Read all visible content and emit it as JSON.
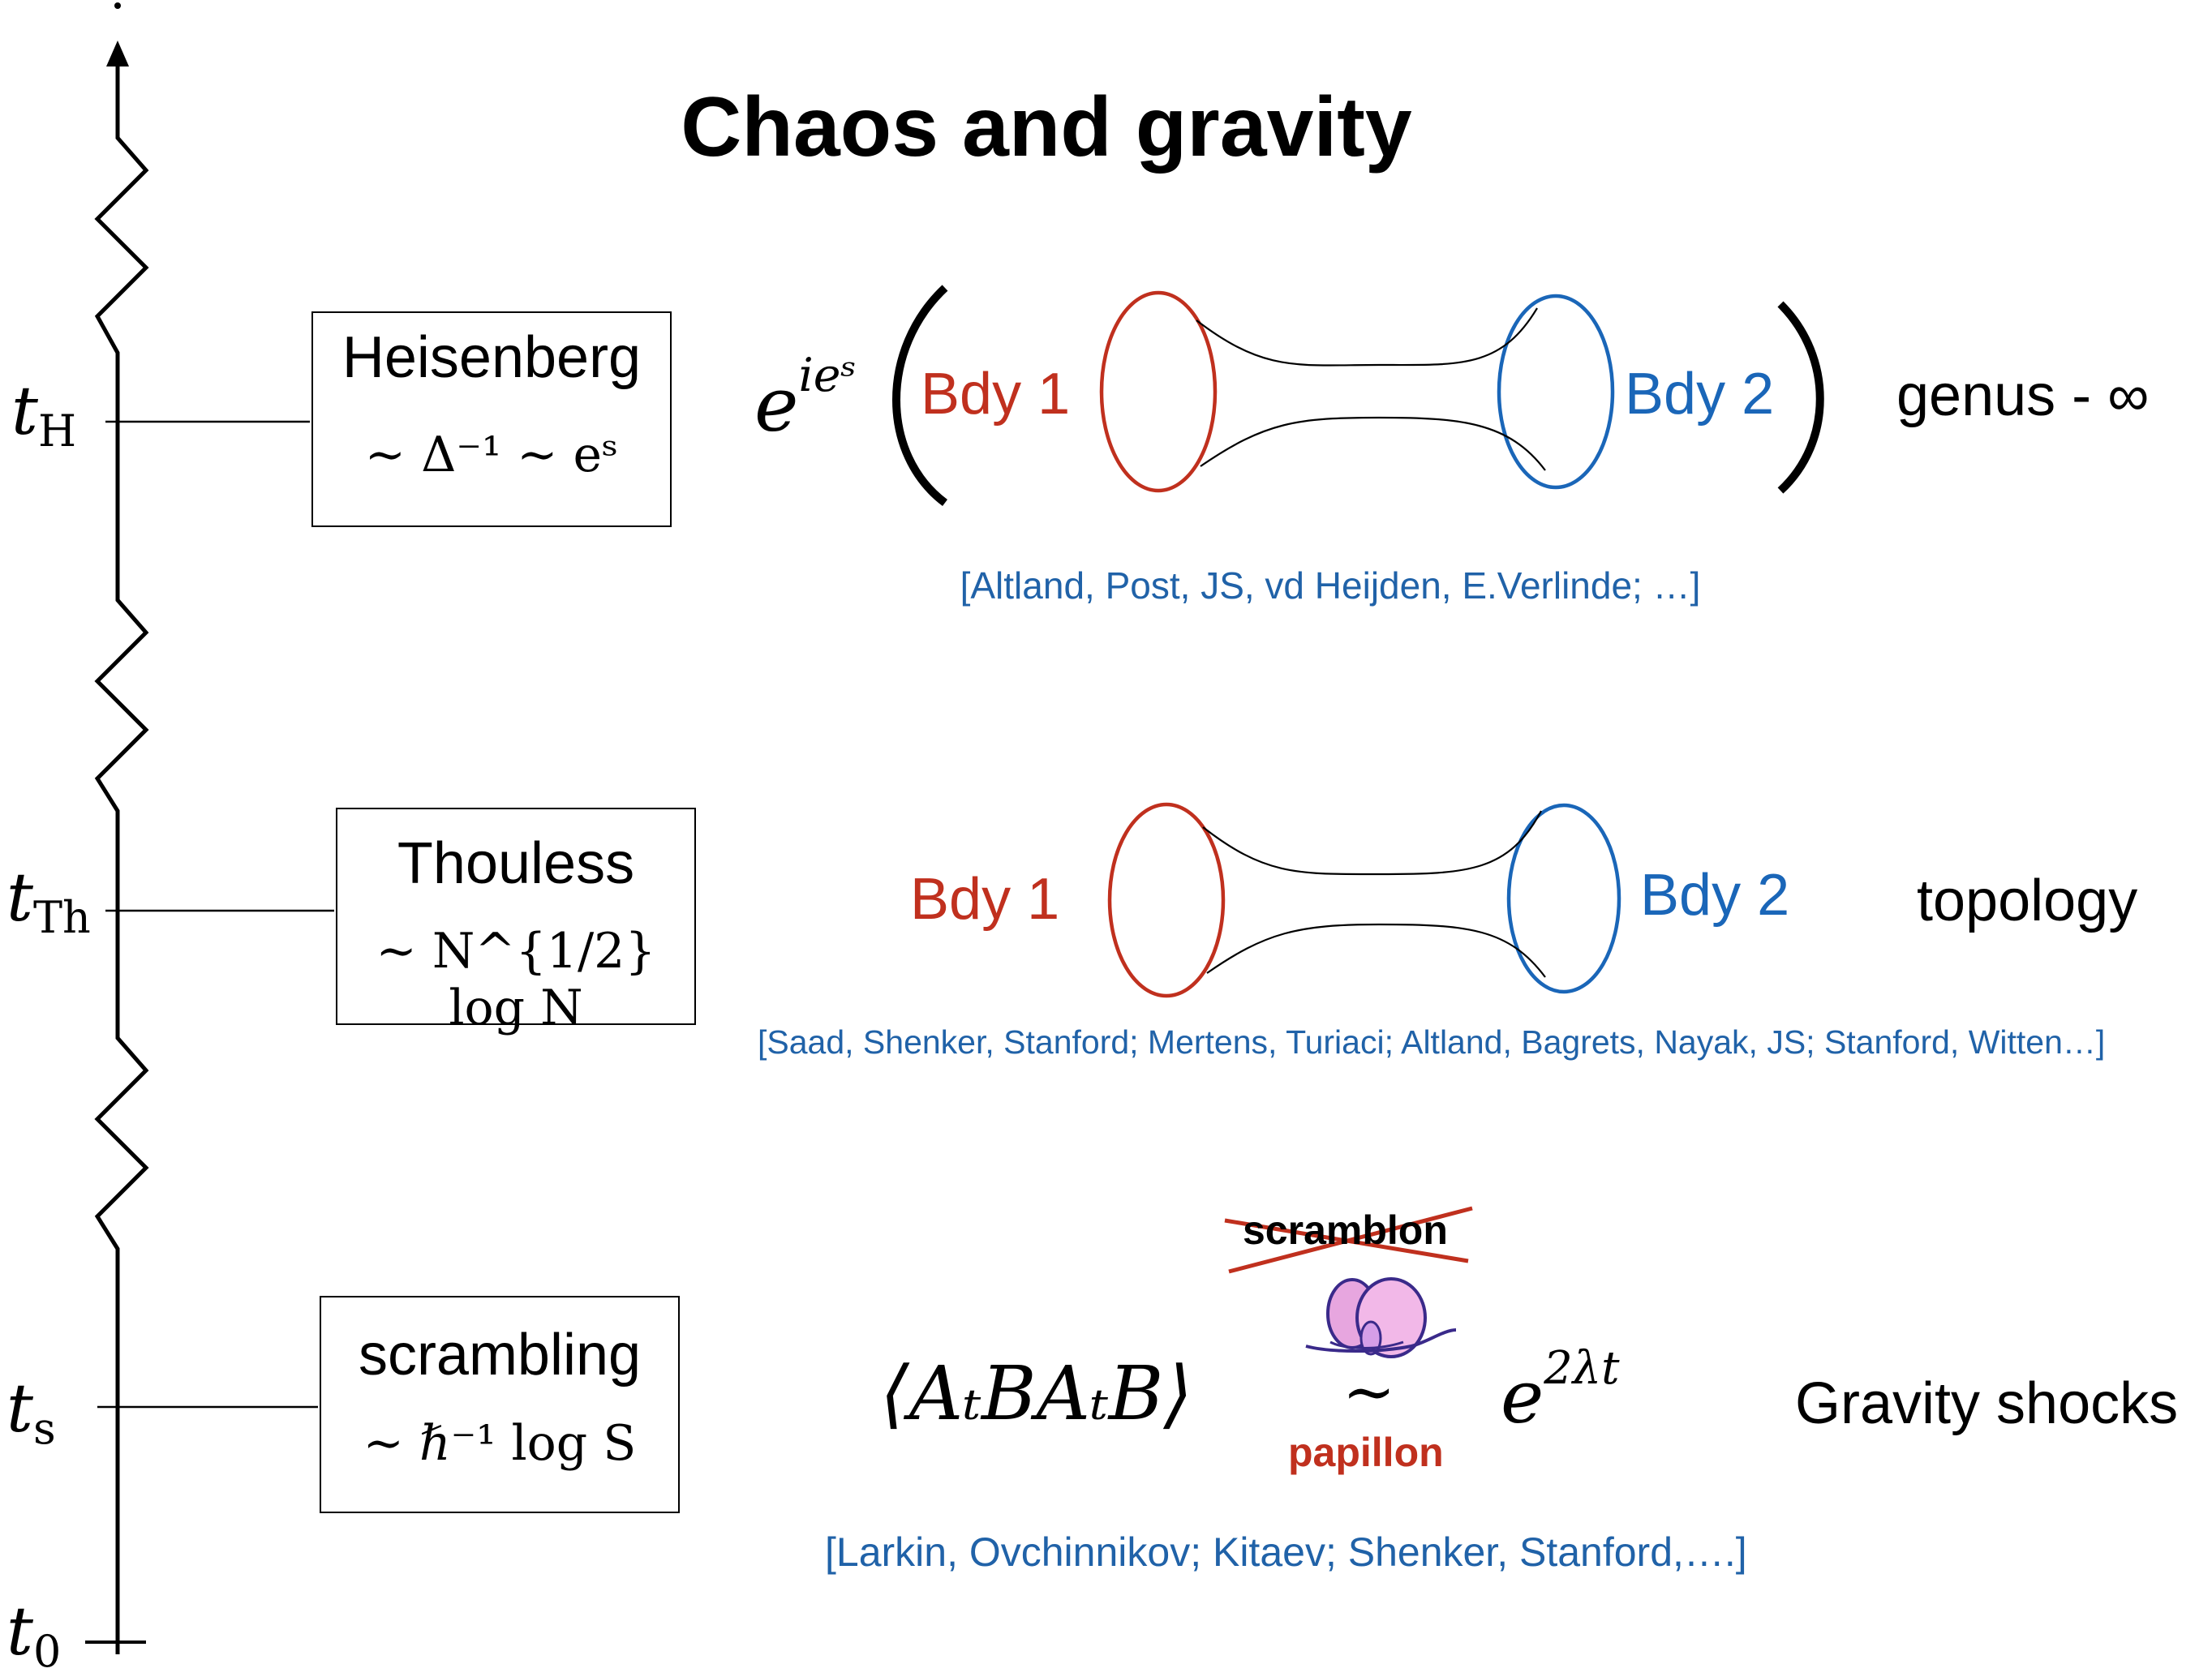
{
  "title": "Chaos and gravity",
  "timeline": {
    "t_H": {
      "base": "t",
      "sub": "H"
    },
    "t_Th": {
      "base": "t",
      "sub": "Th"
    },
    "t_s": {
      "base": "t",
      "sub": "s"
    },
    "t_0": {
      "base": "t",
      "sub": "0"
    }
  },
  "boxes": {
    "heisenberg": {
      "title": "Heisenberg",
      "formula": "∼ Δ⁻¹ ∼ eˢ"
    },
    "thouless": {
      "title": "Thouless",
      "formula": "∼ N^{1/2} log N"
    },
    "scrambling": {
      "title": "scrambling",
      "formula": "∼ ℏ⁻¹ log S"
    }
  },
  "rows": {
    "heisenberg": {
      "prefactor": {
        "base": "e",
        "exp": "ieˢ"
      },
      "bdy1": "Bdy 1",
      "bdy2": "Bdy 2",
      "right_label": "genus - ∞",
      "reference": "[Altland, Post, JS, vd Heijden, E.Verlinde; …]"
    },
    "thouless": {
      "bdy1": "Bdy 1",
      "bdy2": "Bdy 2",
      "right_label": "topology",
      "reference": "[Saad, Shenker, Stanford; Mertens, Turiaci; Altland, Bagrets, Nayak, JS; Stanford, Witten…]"
    },
    "scrambling": {
      "correlator": "⟨AₜBAₜB⟩",
      "struck_word": "scramblon",
      "tilde": "∼",
      "replacement_word": "papillon",
      "growth": {
        "base": "e",
        "exp": "2λt"
      },
      "right_label": "Gravity shocks",
      "reference": "[Larkin, Ovchinnikov; Kitaev; Shenker, Stanford,….]"
    }
  },
  "colors": {
    "boundary_1": "#c0301e",
    "boundary_2": "#1a66b8",
    "reference_text": "#2062a8",
    "strike": "#c0301e",
    "butterfly": "#e7a6df"
  }
}
